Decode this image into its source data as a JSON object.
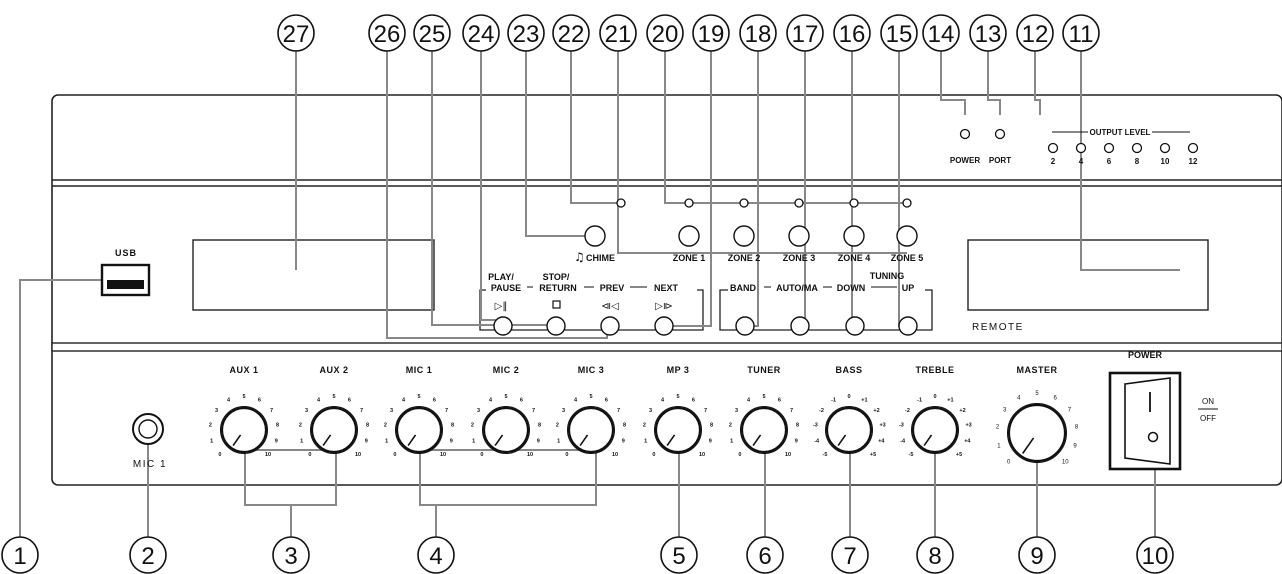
{
  "callouts_top": [
    "27",
    "26",
    "25",
    "24",
    "23",
    "22",
    "21",
    "20",
    "19",
    "18",
    "17",
    "16",
    "15",
    "14",
    "13",
    "12",
    "11"
  ],
  "callouts_bottom": [
    "1",
    "2",
    "3",
    "4",
    "5",
    "6",
    "7",
    "8",
    "9",
    "10"
  ],
  "usb": {
    "label": "USB"
  },
  "chime": {
    "label": "CHIME"
  },
  "zones": [
    "ZONE 1",
    "ZONE 2",
    "ZONE 3",
    "ZONE 4",
    "ZONE 5"
  ],
  "playback": {
    "play_top": "PLAY/",
    "play_bottom": "PAUSE",
    "stop_top": "STOP/",
    "stop_bottom": "RETURN",
    "prev": "PREV",
    "next": "NEXT"
  },
  "tuner_controls": {
    "band": "BAND",
    "auto": "AUTO/MA",
    "down": "DOWN",
    "tuning": "TUNING",
    "up": "UP"
  },
  "remote": {
    "label": "REMOTE"
  },
  "indicators": {
    "power": "POWER",
    "port": "PORT"
  },
  "output_level": {
    "title": "OUTPUT LEVEL",
    "levels": [
      "2",
      "4",
      "6",
      "8",
      "10",
      "12"
    ]
  },
  "knob_labels": [
    "AUX 1",
    "AUX 2",
    "MIC 1",
    "MIC 2",
    "MIC 3",
    "MP 3",
    "TUNER",
    "BASS",
    "TREBLE",
    "MASTER"
  ],
  "scale_volume": [
    "0",
    "1",
    "2",
    "3",
    "4",
    "5",
    "6",
    "7",
    "8",
    "9",
    "10"
  ],
  "scale_tone": [
    "-5",
    "-4",
    "-3",
    "-2",
    "-1",
    "0",
    "+1",
    "+2",
    "+3",
    "+4",
    "+5"
  ],
  "mic_jack": {
    "label": "MIC 1"
  },
  "power_switch": {
    "label": "POWER",
    "on": "ON",
    "off": "OFF"
  }
}
